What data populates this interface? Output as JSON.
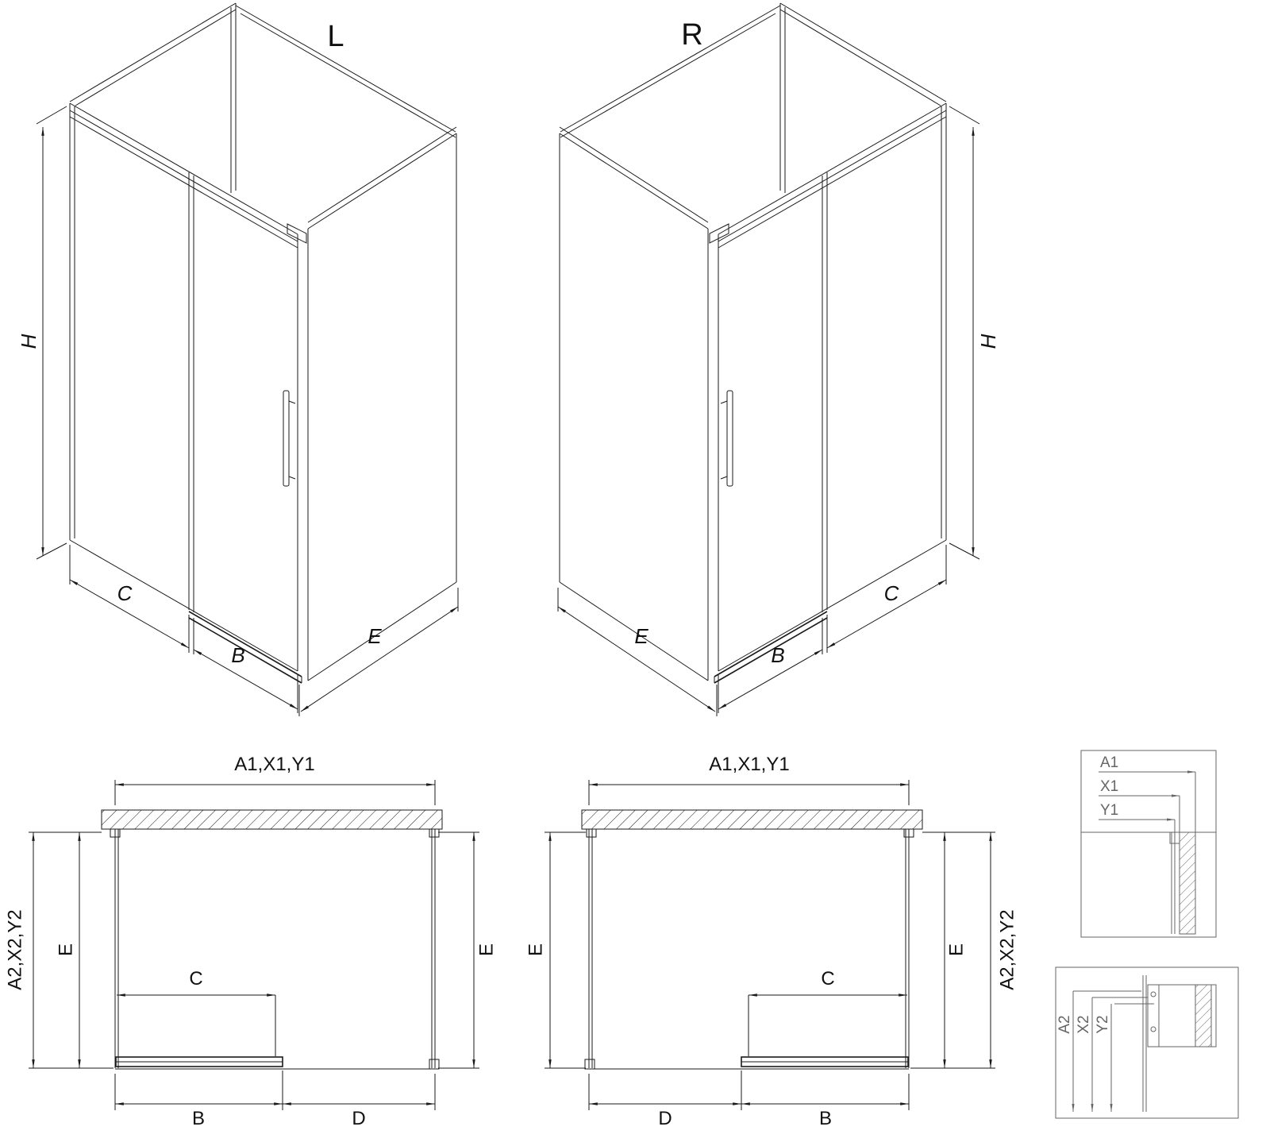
{
  "titles": {
    "left": "L",
    "right": "R"
  },
  "iso_left": {
    "h": "H",
    "c": "C",
    "b": "B",
    "e": "E"
  },
  "iso_right": {
    "h": "H",
    "c": "C",
    "b": "B",
    "e": "E"
  },
  "plan_left": {
    "width_top": "A1,X1,Y1",
    "depth_side": "A2,X2,Y2",
    "e_left": "E",
    "e_right": "E",
    "c": "C",
    "b": "B",
    "d": "D"
  },
  "plan_right": {
    "width_top": "A1,X1,Y1",
    "depth_side": "A2,X2,Y2",
    "e_left": "E",
    "e_right": "E",
    "c": "C",
    "b": "B",
    "d": "D"
  },
  "detail_top": {
    "a1": "A1",
    "x1": "X1",
    "y1": "Y1"
  },
  "detail_bottom": {
    "a2": "A2",
    "x2": "X2",
    "y2": "Y2"
  },
  "colors": {
    "line": "#1a1a1a",
    "detail": "#666666",
    "background": "#ffffff"
  }
}
